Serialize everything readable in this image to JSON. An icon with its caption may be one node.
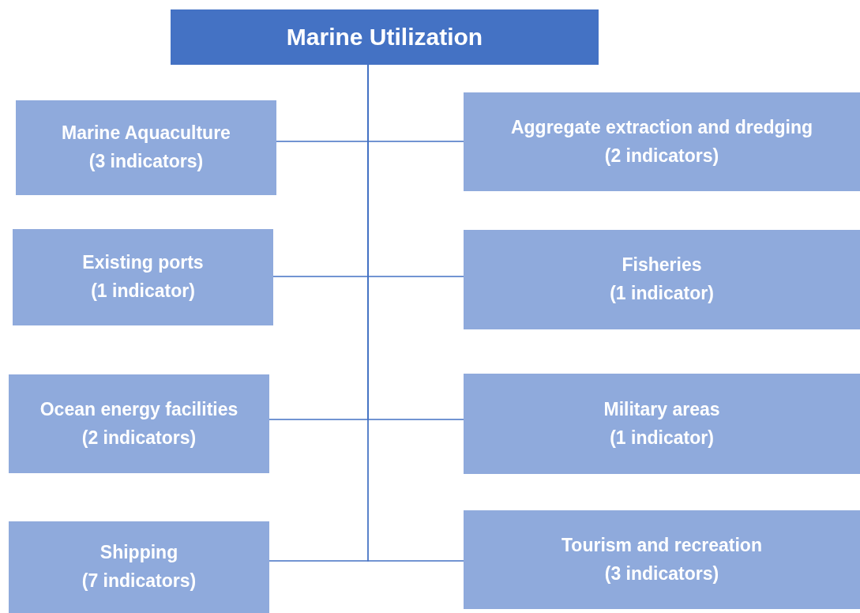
{
  "diagram": {
    "nodes": [
      {
        "text": [
          "Marine Utilization"
        ]
      },
      {
        "text": [
          "Marine Aquaculture",
          "(3 indicators)"
        ]
      },
      {
        "text": [
          "Aggregate extraction and dredging",
          "(2 indicators)"
        ]
      },
      {
        "text": [
          "Existing ports",
          "(1 indicator)"
        ]
      },
      {
        "text": [
          "Fisheries",
          "(1 indicator)"
        ]
      },
      {
        "text": [
          "Ocean energy facilities",
          "(2 indicators)"
        ]
      },
      {
        "text": [
          "Military areas",
          "(1 indicator)"
        ]
      },
      {
        "text": [
          "Shipping",
          "(7 indicators)"
        ]
      },
      {
        "text": [
          "Tourism and recreation",
          "(3 indicators)"
        ]
      }
    ],
    "edges": [
      {
        "from": 0,
        "to": 1,
        "arrow": "none"
      },
      {
        "from": 0,
        "to": 2,
        "arrow": "none"
      },
      {
        "from": 0,
        "to": 3,
        "arrow": "none"
      },
      {
        "from": 0,
        "to": 4,
        "arrow": "none"
      },
      {
        "from": 0,
        "to": 5,
        "arrow": "none"
      },
      {
        "from": 0,
        "to": 6,
        "arrow": "none"
      },
      {
        "from": 0,
        "to": 7,
        "arrow": "none"
      },
      {
        "from": 0,
        "to": 8,
        "arrow": "none"
      }
    ]
  }
}
